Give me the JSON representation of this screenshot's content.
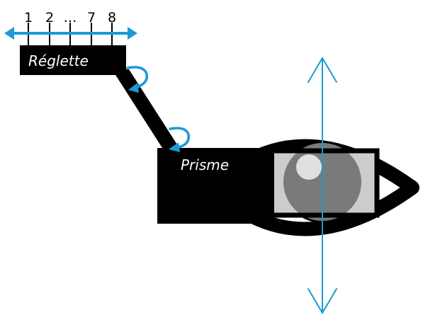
{
  "ruler": {
    "ticks": [
      "1",
      "2",
      "…",
      "7",
      "8"
    ]
  },
  "labels": {
    "reglette": "Réglette",
    "prisme": "Prisme"
  },
  "colors": {
    "outline": "#000000",
    "arrow": "#1a9ad6",
    "iris": "#7a7a7a",
    "iris_bg": "#cccccc",
    "highlight": "#e0e0e0"
  },
  "icons": {
    "rotation_top": "rotation-arrow-icon",
    "rotation_bottom": "rotation-arrow-icon",
    "ruler_arrow": "double-headed-arrow-icon",
    "axis_arrow": "double-headed-arrow-icon"
  }
}
